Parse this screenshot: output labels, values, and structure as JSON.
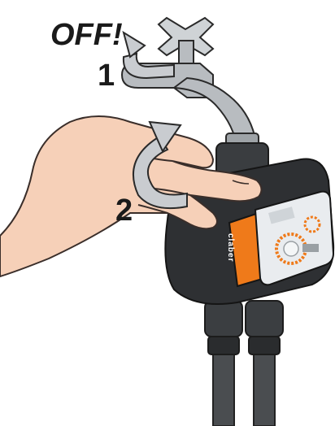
{
  "labels": {
    "off": "OFF!",
    "step1": "1",
    "step2": "2"
  },
  "brand_text": "claber",
  "colors": {
    "faucet": "#b8bcc0",
    "faucet_shadow": "#8e9398",
    "hand": "#f6d0b8",
    "hand_outline": "#3a2e2a",
    "arrow": "#c9ccd0",
    "timer_body": "#2e3033",
    "timer_orange": "#ef7a1a",
    "screen": "#e9ecef",
    "hose": "#4a4d50"
  }
}
